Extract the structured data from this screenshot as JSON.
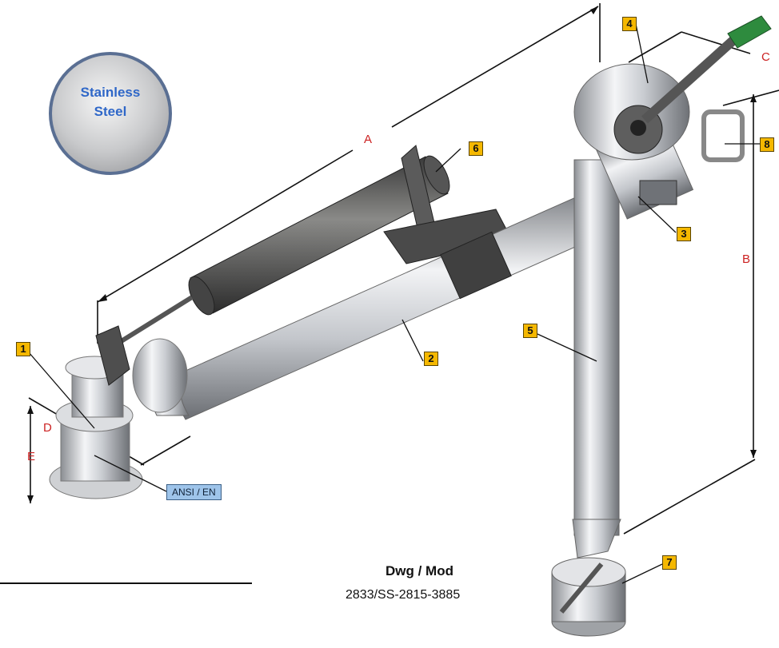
{
  "badge": {
    "line1": "Stainless",
    "line2": "Steel"
  },
  "callouts": [
    "1",
    "2",
    "3",
    "4",
    "5",
    "6",
    "7",
    "8"
  ],
  "dimensions": [
    "A",
    "B",
    "C",
    "D",
    "E"
  ],
  "connection_tag": "ANSI / EN",
  "drawing": {
    "title": "Dwg / Mod",
    "code": "2833/SS-2815-3885"
  },
  "colors": {
    "callout": "#f5b800",
    "dimension": "#cc2222",
    "tag": "#9ec4ea",
    "handle": "#2e8b3e"
  }
}
